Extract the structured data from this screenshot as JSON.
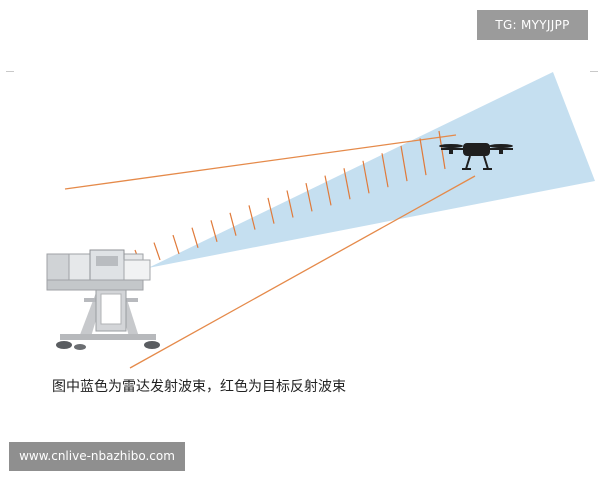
{
  "watermark": {
    "tg_label": "TG: MYYJJPP",
    "site_url": "www.cnlive-nbazhibo.com"
  },
  "caption": "图中蓝色为雷达发射波束，红色为目标反射波束",
  "icons": {
    "radar": "radar-unit-icon",
    "drone": "drone-icon"
  },
  "colors": {
    "emitted_beam": "#c5dff0",
    "reflected_beam": "#e58a4a",
    "wave_marks": "#e07a3a",
    "badge_bg": "#9b9b9b"
  }
}
